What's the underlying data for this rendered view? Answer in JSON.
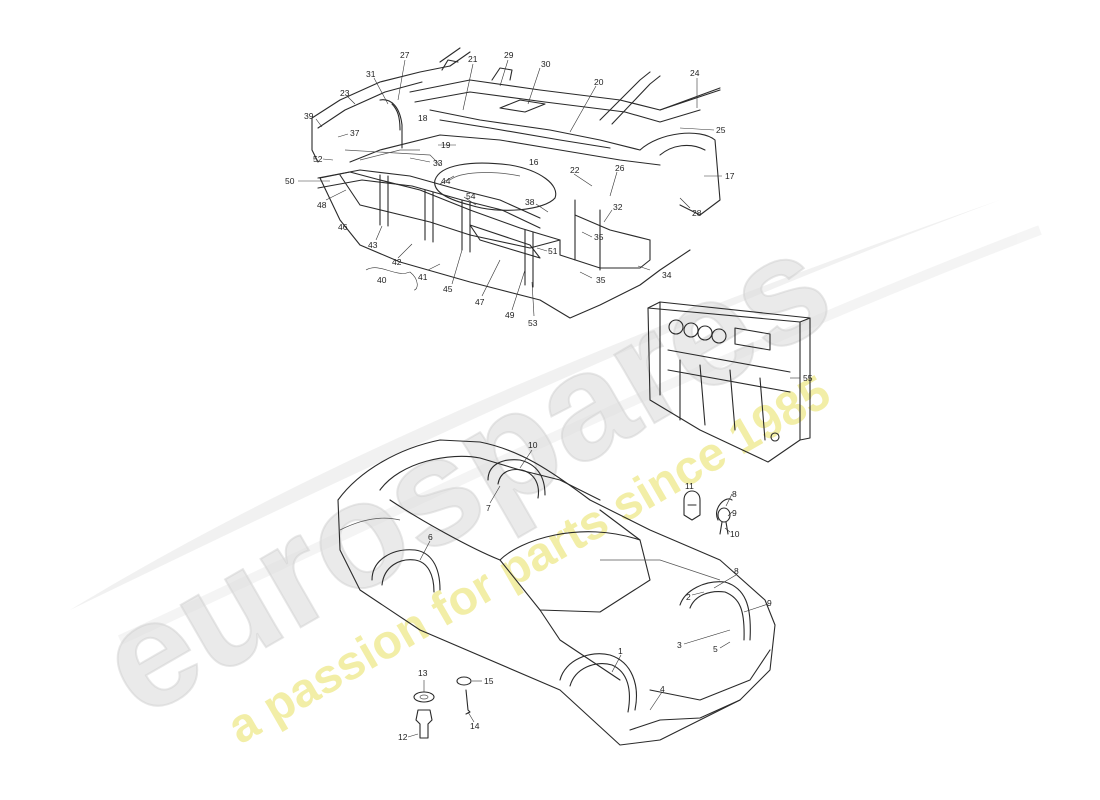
{
  "watermark": {
    "brand": "eurospares",
    "tagline": "a passion for parts since 1985",
    "brand_color": "#d9d9d9",
    "tagline_color": "#efe98a"
  },
  "callouts": {
    "1": "1",
    "2": "2",
    "3": "3",
    "4": "4",
    "5": "5",
    "6": "6",
    "7": "7",
    "8a": "8",
    "8b": "8",
    "9a": "9",
    "9b": "9",
    "10a": "10",
    "10b": "10",
    "11": "11",
    "12": "12",
    "13": "13",
    "14": "14",
    "15": "15",
    "16": "16",
    "17": "17",
    "18": "18",
    "19": "19",
    "20": "20",
    "21": "21",
    "22": "22",
    "23": "23",
    "24": "24",
    "25": "25",
    "26": "26",
    "27": "27",
    "28": "28",
    "29": "29",
    "30": "30",
    "31": "31",
    "32": "32",
    "33": "33",
    "34": "34",
    "35a": "35",
    "35b": "35",
    "37": "37",
    "38": "38",
    "39": "39",
    "40": "40",
    "41": "41",
    "42": "42",
    "43": "43",
    "44": "44",
    "45": "45",
    "46": "46",
    "47": "47",
    "48": "48",
    "49": "49",
    "50": "50",
    "51": "51",
    "52": "52",
    "53": "53",
    "54": "54",
    "55": "55"
  }
}
